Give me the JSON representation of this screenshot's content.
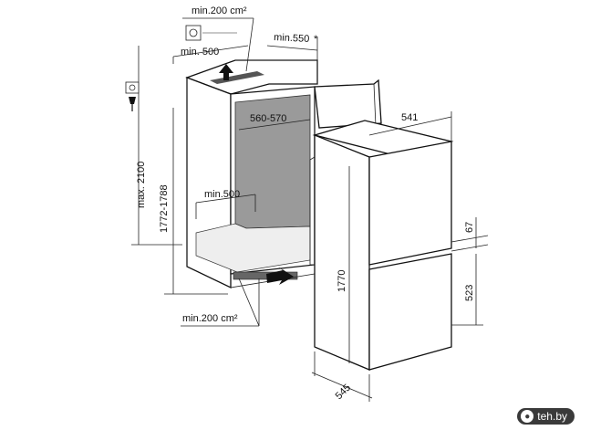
{
  "labels": {
    "vent_top_area": "min.200 cm²",
    "vent_top_depth": "min. 500",
    "depth_door": "min.550",
    "asterisk": "*",
    "max_height": "max. 2100",
    "niche_height": "1772-1788",
    "niche_width": "560-570",
    "vent_bottom_depth": "min.500",
    "vent_bottom_area": "min.200 cm²",
    "appliance_width": "541",
    "appliance_height": "1770",
    "appliance_depth": "545",
    "gap_height": "67",
    "lower_door_height": "523"
  },
  "watermark": {
    "text": "teh.by"
  },
  "icons": [
    "electrical-socket-icon",
    "power-plug-icon",
    "airflow-arrow-icon"
  ]
}
